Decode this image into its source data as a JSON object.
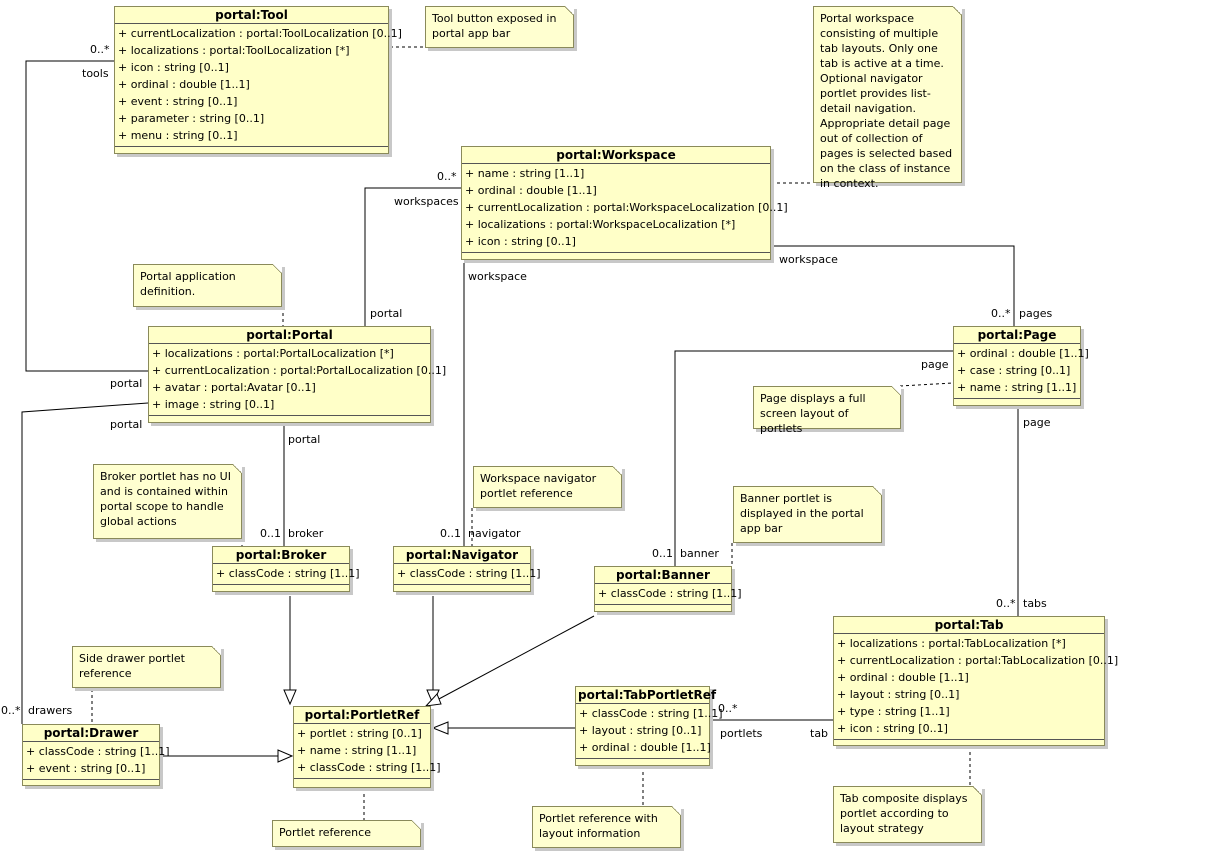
{
  "classes": {
    "tool": {
      "name": "portal:Tool",
      "attrs": [
        "+ currentLocalization : portal:ToolLocalization [0..1]",
        "+ localizations : portal:ToolLocalization [*]",
        "+ icon : string [0..1]",
        "+ ordinal : double [1..1]",
        "+ event : string [0..1]",
        "+ parameter : string [0..1]",
        "+ menu : string [0..1]"
      ]
    },
    "workspace": {
      "name": "portal:Workspace",
      "attrs": [
        "+ name : string [1..1]",
        "+ ordinal : double [1..1]",
        "+ currentLocalization : portal:WorkspaceLocalization [0..1]",
        "+ localizations : portal:WorkspaceLocalization [*]",
        "+ icon : string [0..1]"
      ]
    },
    "portal": {
      "name": "portal:Portal",
      "attrs": [
        "+ localizations : portal:PortalLocalization [*]",
        "+ currentLocalization : portal:PortalLocalization [0..1]",
        "+ avatar : portal:Avatar [0..1]",
        "+ image : string [0..1]"
      ]
    },
    "page": {
      "name": "portal:Page",
      "attrs": [
        "+ ordinal : double [1..1]",
        "+ case : string [0..1]",
        "+ name : string [1..1]"
      ]
    },
    "broker": {
      "name": "portal:Broker",
      "attrs": [
        "+ classCode : string [1..1]"
      ]
    },
    "navigator": {
      "name": "portal:Navigator",
      "attrs": [
        "+ classCode : string [1..1]"
      ]
    },
    "banner": {
      "name": "portal:Banner",
      "attrs": [
        "+ classCode : string [1..1]"
      ]
    },
    "tab": {
      "name": "portal:Tab",
      "attrs": [
        "+ localizations : portal:TabLocalization [*]",
        "+ currentLocalization : portal:TabLocalization [0..1]",
        "+ ordinal : double [1..1]",
        "+ layout : string [0..1]",
        "+ type : string [1..1]",
        "+ icon : string [0..1]"
      ]
    },
    "tabportletref": {
      "name": "portal:TabPortletRef",
      "attrs": [
        "+ classCode : string [1..1]",
        "+ layout : string [0..1]",
        "+ ordinal : double [1..1]"
      ]
    },
    "portletref": {
      "name": "portal:PortletRef",
      "attrs": [
        "+ portlet : string [0..1]",
        "+ name : string [1..1]",
        "+ classCode : string [1..1]"
      ]
    },
    "drawer": {
      "name": "portal:Drawer",
      "attrs": [
        "+ classCode : string [1..1]",
        "+ event : string [0..1]"
      ]
    }
  },
  "notes": {
    "tool_note": "Tool button exposed in portal app bar",
    "workspace_note": "Portal workspace consisting of multiple tab layouts. Only one tab is active at a time. Optional navigator portlet provides list-detail navigation. Appropriate detail page out of collection of pages is selected based on the class of instance in context.",
    "portal_note": "Portal application definition.",
    "page_note": "Page displays a full screen layout of portlets",
    "broker_note": "Broker portlet has no UI and is contained within portal scope to handle global actions",
    "navigator_note": "Workspace navigator portlet reference",
    "banner_note": "Banner portlet is displayed in the portal app bar",
    "drawer_note": "Side drawer portlet reference",
    "portletref_note": "Portlet reference",
    "tabportletref_note": "Portlet reference with layout information",
    "tab_note": "Tab composite displays portlet according to layout strategy"
  },
  "roles": {
    "tools_mult": "0..*",
    "tools": "tools",
    "tool_portal": "portal",
    "workspaces_mult": "0..*",
    "workspaces": "workspaces",
    "ws_portal": "portal",
    "ws_workspace_nav": "workspace",
    "ws_workspace_page": "workspace",
    "pages_mult": "0..*",
    "pages": "pages",
    "portal_drawer": "portal",
    "drawers_mult": "0..*",
    "drawers": "drawers",
    "broker_portal": "portal",
    "broker_mult": "0..1",
    "broker": "broker",
    "navigator_mult": "0..1",
    "navigator": "navigator",
    "banner_page": "page",
    "banner_mult": "0..1",
    "banner": "banner",
    "tab_page": "page",
    "tabs_mult": "0..*",
    "tabs": "tabs",
    "portlets_mult": "0..*",
    "portlets": "portlets",
    "portlet_tab": "tab"
  }
}
